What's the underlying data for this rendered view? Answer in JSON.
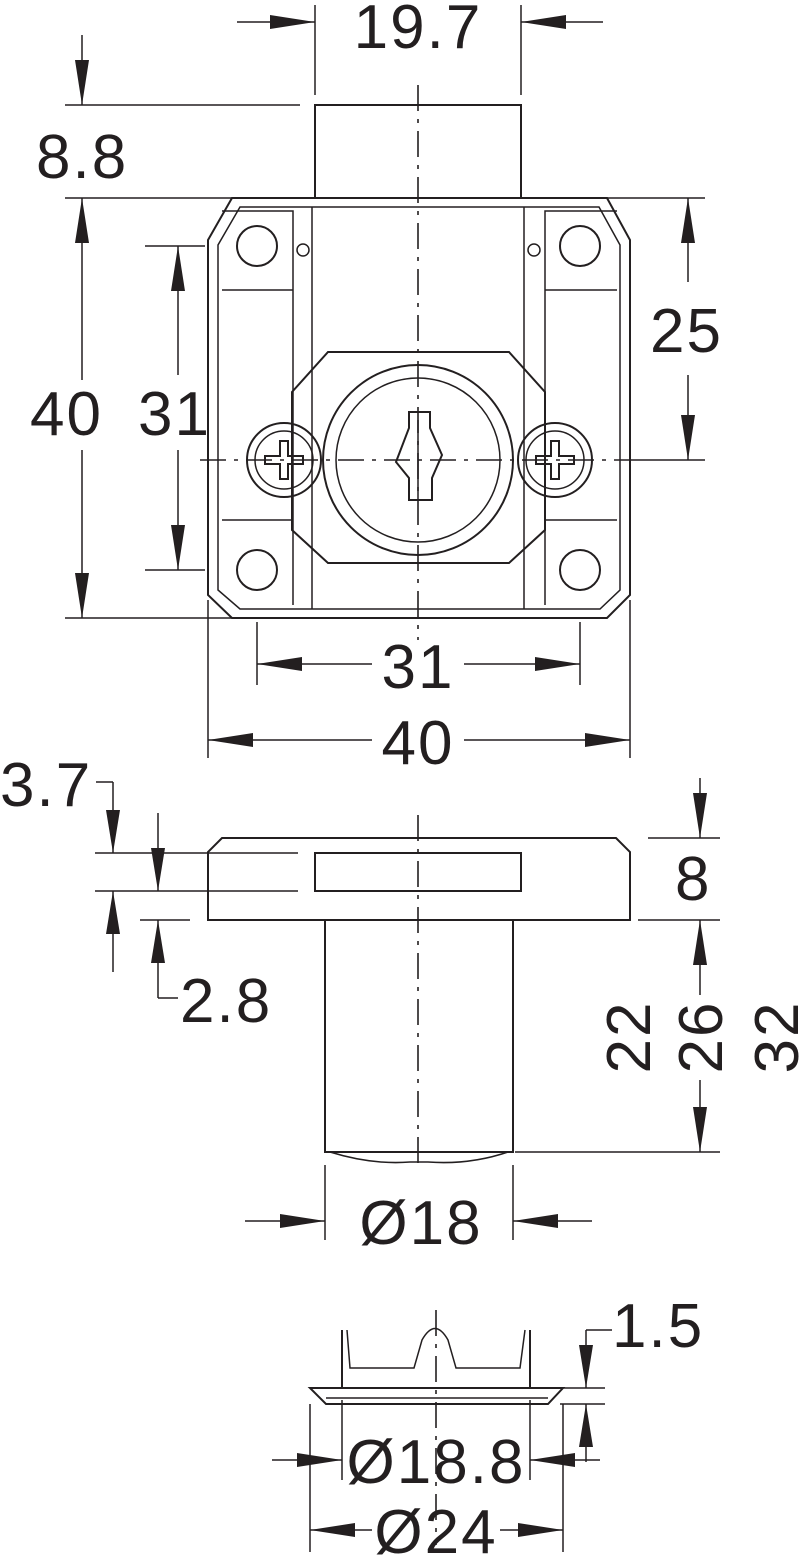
{
  "top_view": {
    "spindle_width": "19.7",
    "spindle_height": "8.8",
    "body_height": "40",
    "hole_spacing_vertical": "31",
    "center_offset": "25",
    "hole_spacing_horizontal": "31",
    "body_width": "40"
  },
  "side_view": {
    "slot_top_offset": "3.7",
    "slot_bottom_offset": "2.8",
    "flange_height": "8",
    "cylinder_length": "22",
    "length_to_flange": "26",
    "total_length": "32",
    "cylinder_diameter": "Ø18"
  },
  "cap_view": {
    "flange_thickness": "1.5",
    "inner_diameter": "Ø18.8",
    "outer_diameter": "Ø24"
  }
}
